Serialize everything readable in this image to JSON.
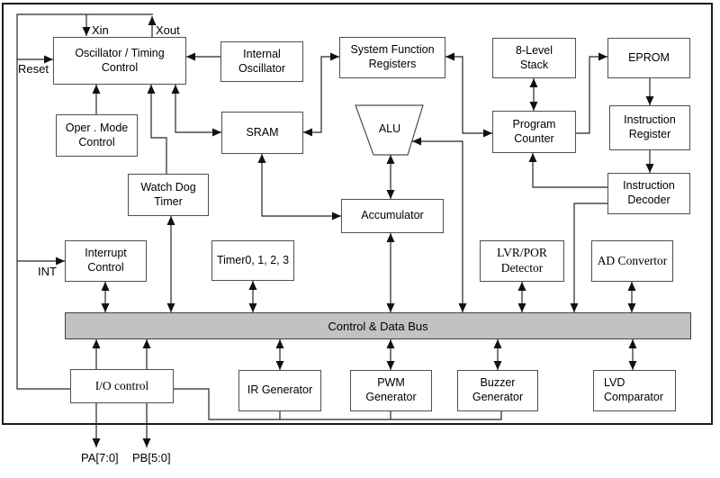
{
  "colors": {
    "background": "#ffffff",
    "wire": "#262626",
    "box_border": "#4f4f4f",
    "bus_fill": "#c2c2c2",
    "text": "#000000"
  },
  "bus": {
    "label": "Control & Data Bus"
  },
  "nodes": {
    "osc": {
      "label": "Oscillator / Timing\nControl"
    },
    "internal_osc": {
      "label": "Internal\nOscillator"
    },
    "sfr": {
      "label": "System Function\nRegisters"
    },
    "stack": {
      "label": "8-Level\nStack"
    },
    "eprom": {
      "label": "EPROM"
    },
    "oper_mode": {
      "label": "Oper . Mode\nControl"
    },
    "sram": {
      "label": "SRAM"
    },
    "alu": {
      "label": "ALU"
    },
    "pc": {
      "label": "Program\nCounter"
    },
    "instr_reg": {
      "label": "Instruction\nRegister"
    },
    "wdt": {
      "label": "Watch Dog\nTimer"
    },
    "acc": {
      "label": "Accumulator"
    },
    "instr_dec": {
      "label": "Instruction\nDecoder"
    },
    "int_ctrl": {
      "label": "Interrupt\nControl"
    },
    "timers": {
      "label": "Timer0, 1, 2, 3"
    },
    "lvr_por": {
      "label": "LVR/POR\nDetector"
    },
    "adc": {
      "label": "AD Convertor"
    },
    "io_ctrl": {
      "label": "I/O control"
    },
    "ir_gen": {
      "label": "IR Generator"
    },
    "pwm_gen": {
      "label": "PWM\nGenerator"
    },
    "buzzer_gen": {
      "label": "Buzzer\nGenerator"
    },
    "lvd_cmp": {
      "label": "LVD\nComparator"
    }
  },
  "pins": {
    "xin": "Xin",
    "xout": "Xout",
    "reset": "Reset",
    "int": "INT",
    "pa": "PA[7:0]",
    "pb": "PB[5:0]"
  }
}
